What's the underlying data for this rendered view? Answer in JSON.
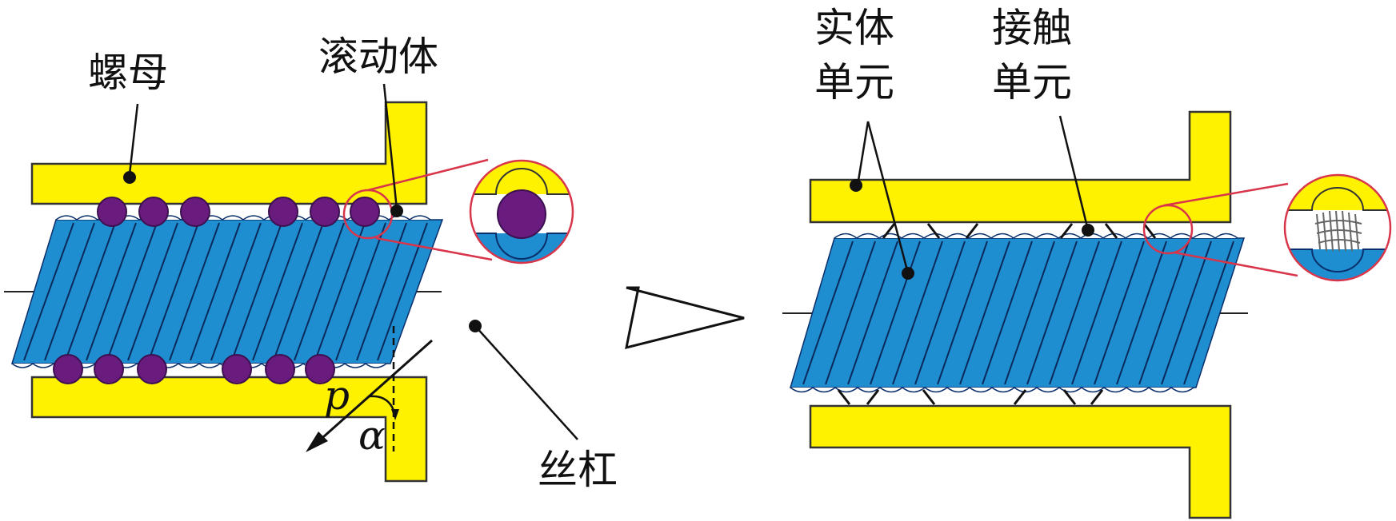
{
  "labels": {
    "nut": "螺母",
    "rolling_element": "滚动体",
    "screw": "丝杠",
    "solid_element_line1": "实体",
    "solid_element_line2": "单元",
    "contact_element_line1": "接触",
    "contact_element_line2": "单元",
    "force_symbol": "p",
    "angle_symbol": "α"
  },
  "colors": {
    "nut_fill": "#FFF200",
    "screw_fill": "#1F8ED0",
    "ball_fill": "#6A1C7E",
    "highlight_circle": "#D8354B"
  },
  "icons": {
    "transition_arrow": "right-arrow-icon"
  }
}
